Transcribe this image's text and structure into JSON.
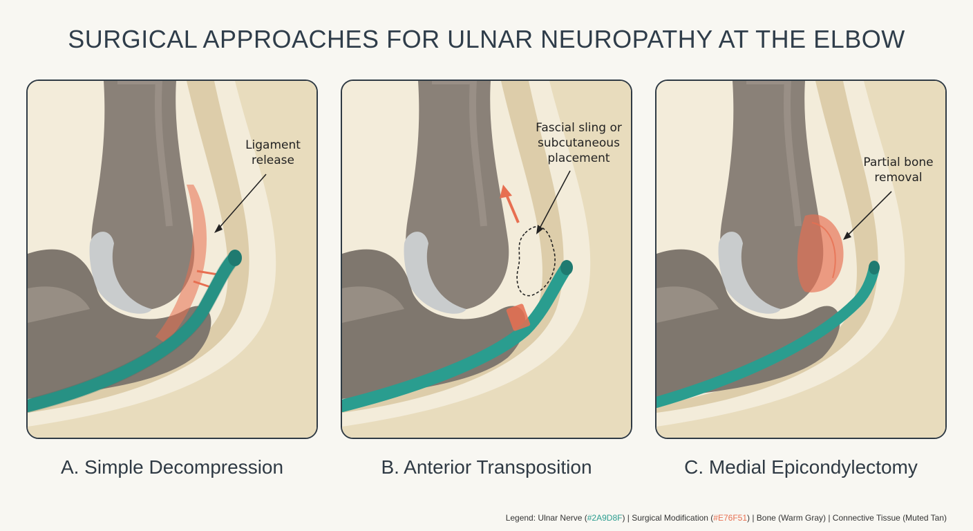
{
  "title": "SURGICAL APPROACHES FOR ULNAR NEUROPATHY AT THE ELBOW",
  "colors": {
    "nerve": "#2A9D8F",
    "surgical_modification": "#E76F51",
    "bone": "#8a8178",
    "bone_light": "#a39a90",
    "cartilage": "#c9cccd",
    "connective_tissue": "#e3d6b5",
    "muscle": "#d8c8a2",
    "background": "#f8f7f2"
  },
  "panels": [
    {
      "caption": "A. Simple Decompression",
      "callout": "Ligament release",
      "callout_line1": "Ligament",
      "callout_line2": "release",
      "icon": "ligament-release-icon"
    },
    {
      "caption": "B. Anterior Transposition",
      "callout_line1": "Fascial sling or",
      "callout_line2": "subcutaneous",
      "callout_line3": "placement",
      "icon": "transposition-arrow-icon"
    },
    {
      "caption": "C. Medial Epicondylectomy",
      "callout_line1": "Partial bone",
      "callout_line2": "removal",
      "icon": "bone-removal-icon"
    }
  ],
  "legend": {
    "prefix": "Legend: Ulnar Nerve (",
    "nerve_hex": "#2A9D8F",
    "sep1": ") | Surgical Modification (",
    "mod_hex": "#E76F51",
    "suffix": ") | Bone (Warm Gray) | Connective Tissue (Muted Tan)"
  }
}
